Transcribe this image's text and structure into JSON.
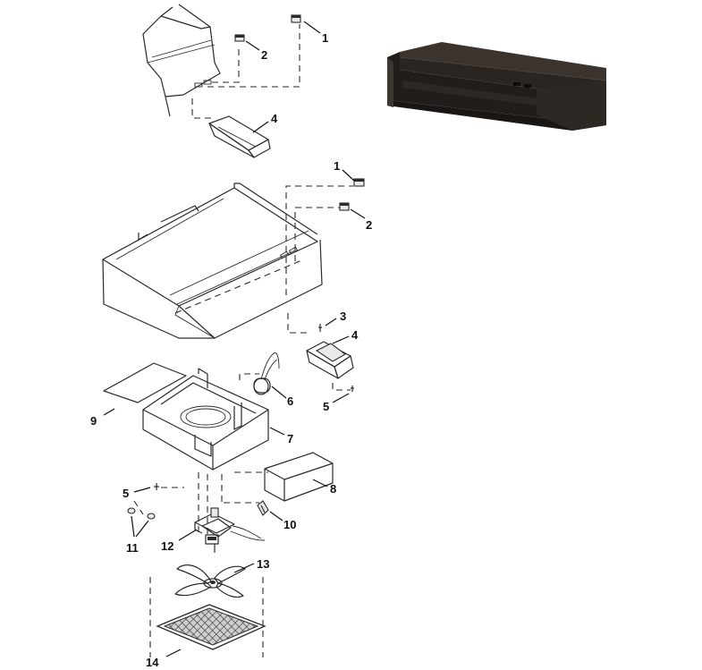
{
  "callouts": [
    {
      "id": "c1a",
      "label": "1"
    },
    {
      "id": "c2a",
      "label": "2"
    },
    {
      "id": "c4a",
      "label": "4"
    },
    {
      "id": "c1b",
      "label": "1"
    },
    {
      "id": "c2b",
      "label": "2"
    },
    {
      "id": "c3",
      "label": "3"
    },
    {
      "id": "c4b",
      "label": "4"
    },
    {
      "id": "c5a",
      "label": "5"
    },
    {
      "id": "c6",
      "label": "6"
    },
    {
      "id": "c7",
      "label": "7"
    },
    {
      "id": "c8",
      "label": "8"
    },
    {
      "id": "c9",
      "label": "9"
    },
    {
      "id": "c5b",
      "label": "5"
    },
    {
      "id": "c10",
      "label": "10"
    },
    {
      "id": "c11",
      "label": "11"
    },
    {
      "id": "c12",
      "label": "12"
    },
    {
      "id": "c13",
      "label": "13"
    },
    {
      "id": "c14",
      "label": "14"
    }
  ],
  "colors": {
    "line": "#2a2a2a",
    "photo_body": "#1e1a17",
    "photo_highlight": "#4a423c",
    "background": "#ffffff"
  }
}
